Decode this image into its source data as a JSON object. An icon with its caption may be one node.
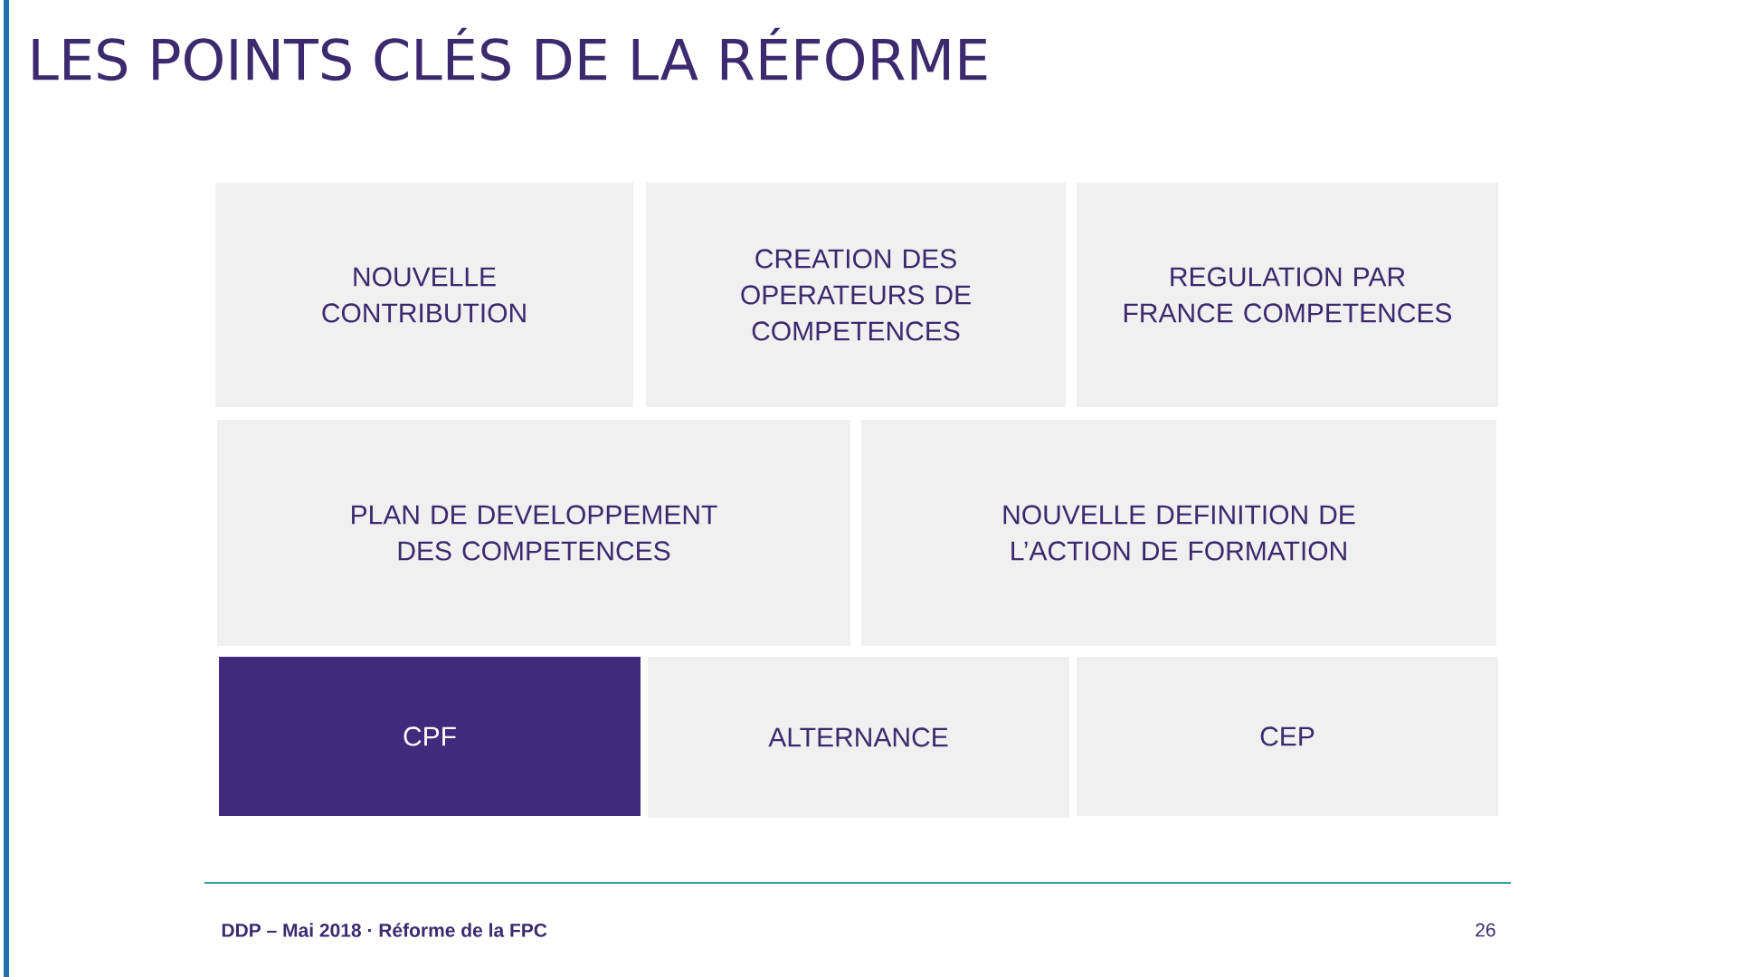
{
  "diagram": {
    "title": "LES POINTS CLÉS DE LA RÉFORME",
    "nodes": [
      {
        "text": [
          "NOUVELLE CONTRIBUTION"
        ]
      },
      {
        "text": [
          "CREATION DES OPERATEURS DE COMPETENCES"
        ]
      },
      {
        "text": [
          "REGULATION PAR FRANCE COMPETENCES"
        ]
      },
      {
        "text": [
          "PLAN DE DEVELOPPEMENT DES COMPETENCES"
        ]
      },
      {
        "text": [
          "NOUVELLE DEFINITION DE L’ACTION DE FORMATION"
        ]
      },
      {
        "text": [
          "CPF"
        ]
      },
      {
        "text": [
          "ALTERNANCE"
        ]
      },
      {
        "text": [
          "CEP"
        ]
      }
    ],
    "labels": [
      "DDP – Mai 2018 · Réforme de la FPC",
      "26"
    ]
  }
}
